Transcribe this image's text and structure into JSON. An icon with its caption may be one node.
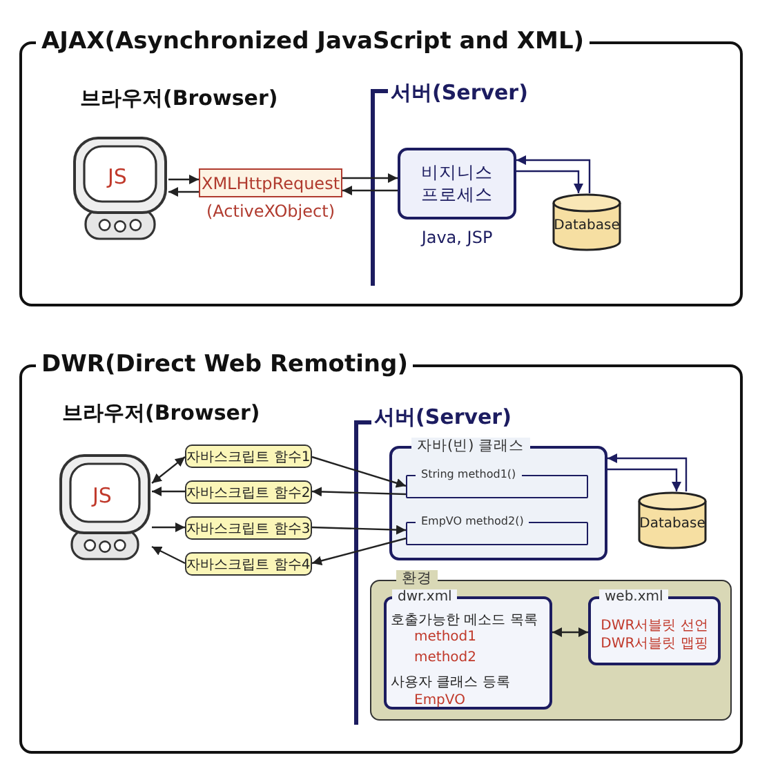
{
  "diagram": {
    "nodes": [
      {
        "text": [
          "AJAX(Asynchronized JavaScript and XML)"
        ]
      },
      {
        "text": [
          "JS"
        ],
        "in": 0
      },
      {
        "text": [
          "XMLHttpRequest"
        ],
        "beside": [
          "(ActiveXObject)"
        ],
        "in": 0
      },
      {
        "text": [
          "비지니스 프로세스"
        ],
        "beside": [
          "Java, JSP"
        ],
        "in": 0
      },
      {
        "text": [
          "Database"
        ],
        "in": 0
      },
      {
        "text": [
          "DWR(Direct Web Remoting)"
        ]
      },
      {
        "text": [
          "JS"
        ],
        "in": 5
      },
      {
        "text": [
          "자바스크립트 함수1"
        ],
        "in": 5
      },
      {
        "text": [
          "자바스크립트 함수2"
        ],
        "in": 5
      },
      {
        "text": [
          "자바스크립트 함수3"
        ],
        "in": 5
      },
      {
        "text": [
          "자바스크립트 함수4"
        ],
        "in": 5
      },
      {
        "text": [
          "자바(빈) 클래스"
        ],
        "in": 5
      },
      {
        "text": [
          "String method1()"
        ],
        "in": 11
      },
      {
        "text": [
          "EmpVO method2()"
        ],
        "in": 11
      },
      {
        "text": [
          "Database"
        ],
        "in": 5
      },
      {
        "text": [
          "환경"
        ],
        "in": 5
      },
      {
        "text": [
          "dwr.xml",
          "호출가능한 메소드 목록",
          "method1",
          "method2",
          "사용자 클래스 등록",
          "EmpVO"
        ],
        "in": 15
      },
      {
        "text": [
          "web.xml",
          "DWR서블릿 선언 DWR서블릿 맵핑"
        ],
        "in": 15
      }
    ],
    "edges": [
      {
        "from": 1,
        "to": 2,
        "arrow": "to"
      },
      {
        "from": 2,
        "to": 1,
        "arrow": "to"
      },
      {
        "from": 2,
        "to": 3,
        "arrow": "to"
      },
      {
        "from": 3,
        "to": 2,
        "arrow": "to"
      },
      {
        "from": 3,
        "to": 4,
        "arrow": "to",
        "color": "#1c1c60"
      },
      {
        "from": 4,
        "to": 3,
        "arrow": "to",
        "color": "#1c1c60"
      },
      {
        "from": 6,
        "to": 7,
        "arrow": "both"
      },
      {
        "from": 8,
        "to": 6,
        "arrow": "to"
      },
      {
        "from": 6,
        "to": 9,
        "arrow": "to"
      },
      {
        "from": 10,
        "to": 6,
        "arrow": "to"
      },
      {
        "from": 7,
        "to": 12,
        "arrow": "to"
      },
      {
        "from": 12,
        "to": 8,
        "arrow": "to"
      },
      {
        "from": 9,
        "to": 13,
        "arrow": "to"
      },
      {
        "from": 13,
        "to": 10,
        "arrow": "to"
      },
      {
        "from": 11,
        "to": 14,
        "arrow": "to",
        "color": "#1c1c60"
      },
      {
        "from": 14,
        "to": 11,
        "arrow": "to",
        "color": "#1c1c60"
      },
      {
        "from": 16,
        "to": 17,
        "arrow": "both"
      }
    ],
    "labels": [
      "브라우저(Browser)",
      "서버(Server)",
      "브라우저(Browser)",
      "서버(Server)"
    ]
  }
}
